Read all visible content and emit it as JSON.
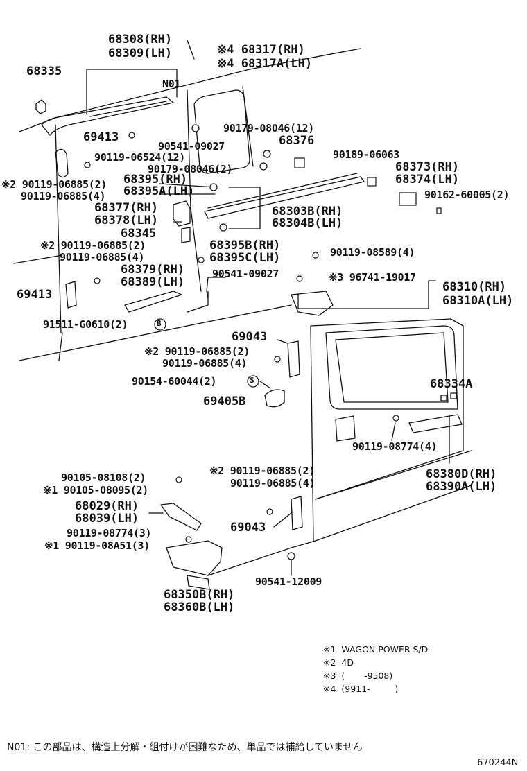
{
  "labels": [
    {
      "id": "p68308",
      "text": "68308(RH)"
    },
    {
      "id": "p68309",
      "text": "68309(LH)"
    },
    {
      "id": "p68317",
      "text": "※4 68317(RH)"
    },
    {
      "id": "p68317a",
      "text": "※4 68317A(LH)"
    },
    {
      "id": "p68335",
      "text": "68335"
    },
    {
      "id": "pN01",
      "text": "N01"
    },
    {
      "id": "p69413a",
      "text": "69413"
    },
    {
      "id": "p90541a",
      "text": "90541-09027"
    },
    {
      "id": "p90119a",
      "text": "90119-06524(12)"
    },
    {
      "id": "p90179a",
      "text": "90179-08046(12)"
    },
    {
      "id": "p68376",
      "text": "68376"
    },
    {
      "id": "p90179b",
      "text": "90179-08046(2)"
    },
    {
      "id": "p90189",
      "text": "90189-06063"
    },
    {
      "id": "p68395",
      "text": "68395(RH)"
    },
    {
      "id": "p68395a",
      "text": "68395A(LH)"
    },
    {
      "id": "p90119b",
      "text": "※2 90119-06885(2)"
    },
    {
      "id": "p90119c",
      "text": "90119-06885(4)"
    },
    {
      "id": "p68373",
      "text": "68373(RH)"
    },
    {
      "id": "p68374",
      "text": "68374(LH)"
    },
    {
      "id": "p90162",
      "text": "90162-60005(2)"
    },
    {
      "id": "p68377",
      "text": "68377(RH)"
    },
    {
      "id": "p68378",
      "text": "68378(LH)"
    },
    {
      "id": "p68303b",
      "text": "68303B(RH)"
    },
    {
      "id": "p68304b",
      "text": "68304B(LH)"
    },
    {
      "id": "p68345",
      "text": "68345"
    },
    {
      "id": "p68395b",
      "text": "68395B(RH)"
    },
    {
      "id": "p68395c",
      "text": "68395C(LH)"
    },
    {
      "id": "p90119d",
      "text": "※2 90119-06885(2)"
    },
    {
      "id": "p90119e",
      "text": "90119-06885(4)"
    },
    {
      "id": "p90119f",
      "text": "90119-08589(4)"
    },
    {
      "id": "p68379",
      "text": "68379(RH)"
    },
    {
      "id": "p68389",
      "text": "68389(LH)"
    },
    {
      "id": "p90541b",
      "text": "90541-09027"
    },
    {
      "id": "p96741",
      "text": "※3 96741-19017"
    },
    {
      "id": "p68310",
      "text": "68310(RH)"
    },
    {
      "id": "p68310a",
      "text": "68310A(LH)"
    },
    {
      "id": "p69413b",
      "text": "69413"
    },
    {
      "id": "p91511",
      "text": "91511-G0610(2)"
    },
    {
      "id": "p69043a",
      "text": "69043"
    },
    {
      "id": "p90119g",
      "text": "※2 90119-06885(2)"
    },
    {
      "id": "p90119h",
      "text": "90119-06885(4)"
    },
    {
      "id": "p90154",
      "text": "90154-60044(2)"
    },
    {
      "id": "p68334a",
      "text": "68334A"
    },
    {
      "id": "p69405b",
      "text": "69405B"
    },
    {
      "id": "p90119i",
      "text": "90119-08774(4)"
    },
    {
      "id": "p90105a",
      "text": "90105-08108(2)"
    },
    {
      "id": "p90105b",
      "text": "※1 90105-08095(2)"
    },
    {
      "id": "p90119j",
      "text": "※2 90119-06885(2)"
    },
    {
      "id": "p90119k",
      "text": "90119-06885(4)"
    },
    {
      "id": "p68380d",
      "text": "68380D(RH)"
    },
    {
      "id": "p68390a",
      "text": "68390A(LH)"
    },
    {
      "id": "p68029",
      "text": "68029(RH)"
    },
    {
      "id": "p68039",
      "text": "68039(LH)"
    },
    {
      "id": "p69043b",
      "text": "69043"
    },
    {
      "id": "p90119l",
      "text": "90119-08774(3)"
    },
    {
      "id": "p90119m",
      "text": "※1 90119-08A51(3)"
    },
    {
      "id": "p90541c",
      "text": "90541-12009"
    },
    {
      "id": "p68350b",
      "text": "68350B(RH)"
    },
    {
      "id": "p68360b",
      "text": "68360B(LH)"
    }
  ],
  "callouts": {
    "b": "B",
    "s": "S"
  },
  "notes": [
    "※1  WAGON POWER S/D",
    "※2  4D",
    "※3  (       -9508)",
    "※4  (9911-         )"
  ],
  "footnote": "N01: この部品は、構造上分解・組付けが困難なため、単品では補給していません",
  "diagram_code": "670244N"
}
